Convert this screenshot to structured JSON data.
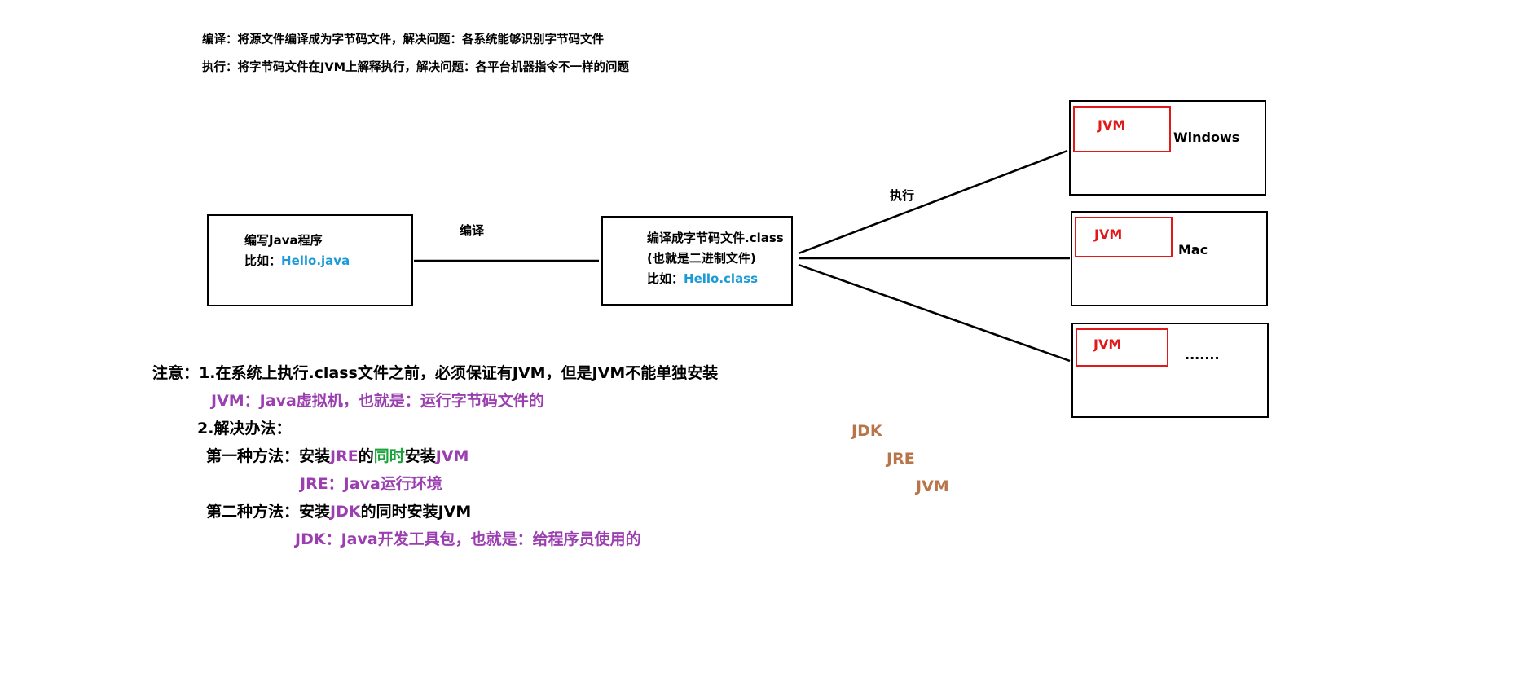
{
  "header": {
    "line1": "编译：将源文件编译成为字节码文件，解决问题：各系统能够识别字节码文件",
    "line2": "执行：将字节码文件在JVM上解释执行，解决问题：各平台机器指令不一样的问题"
  },
  "source_box": {
    "title": "编写Java程序",
    "example_prefix": "比如：",
    "example_file": "Hello.java"
  },
  "compile_label": "编译",
  "bytecode_box": {
    "title": "编译成字节码文件.class",
    "subtitle": "(也就是二进制文件)",
    "example_prefix": "比如：",
    "example_file": "Hello.class"
  },
  "execute_label": "执行",
  "platforms": [
    {
      "jvm": "JVM",
      "name": "Windows"
    },
    {
      "jvm": "JVM",
      "name": "Mac"
    },
    {
      "jvm": "JVM",
      "name": "......."
    }
  ],
  "notes": {
    "n1": "注意：1.在系统上执行.class文件之前，必须保证有JVM，但是JVM不能单独安装",
    "jvm_def": "JVM：Java虚拟机，也就是：运行字节码文件的",
    "n2": "2.解决办法：",
    "m1_a": "第一种方法：安装",
    "m1_b": "JRE",
    "m1_c": "的",
    "m1_d": "同时",
    "m1_e": "安装",
    "m1_f": "JVM",
    "jre_def": "JRE：Java运行环境",
    "m2_a": "第二种方法：安装",
    "m2_b": "JDK",
    "m2_c": "的同时安装JVM",
    "jdk_def": "JDK：Java开发工具包，也就是：给程序员使用的"
  },
  "hierarchy": [
    "JDK",
    "JRE",
    "JVM"
  ],
  "colors": {
    "blue": "#1a9ad6",
    "purple": "#9b3fb0",
    "green": "#1aa33a",
    "red": "#e01a1a",
    "brown": "#b8754a"
  }
}
